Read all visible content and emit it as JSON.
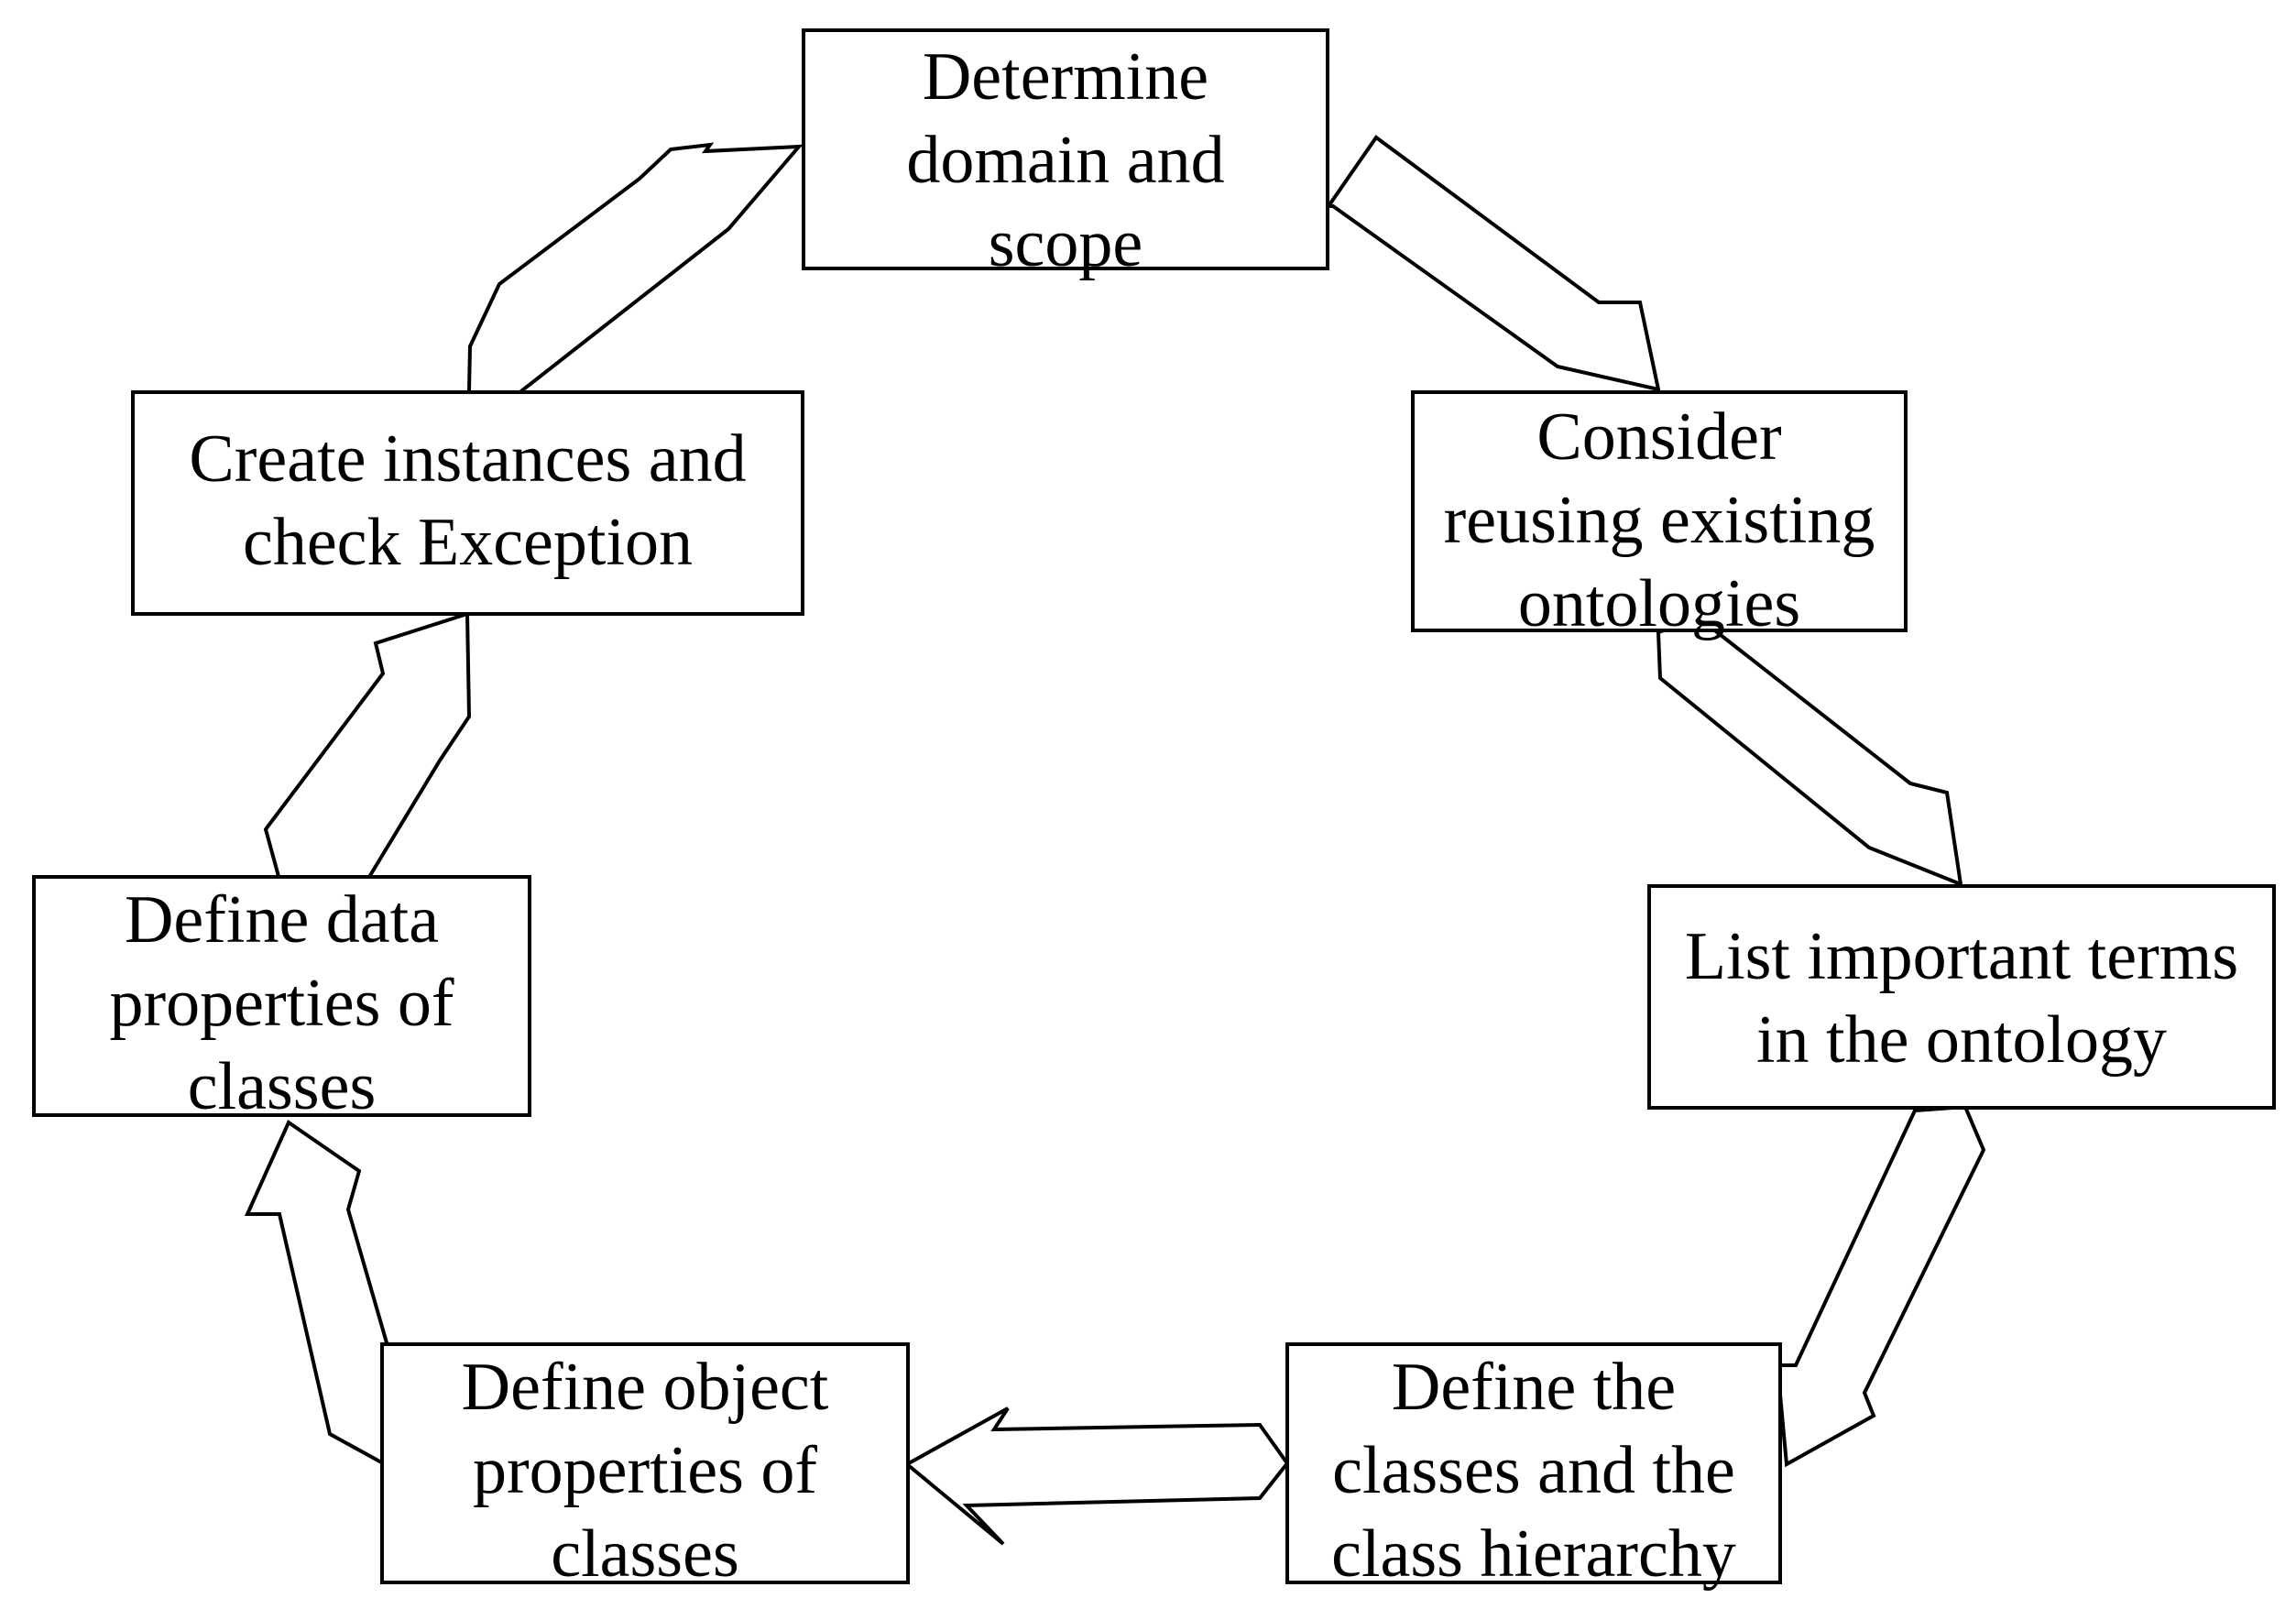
{
  "diagram": {
    "steps": [
      {
        "id": "determine-domain",
        "lines": [
          "Determine",
          "domain and",
          "scope"
        ]
      },
      {
        "id": "consider-reusing",
        "lines": [
          "Consider",
          "reusing existing",
          "ontologies"
        ]
      },
      {
        "id": "list-terms",
        "lines": [
          "List important terms",
          "in the ontology"
        ]
      },
      {
        "id": "define-classes",
        "lines": [
          "Define the",
          "classes and the",
          "class hierarchy"
        ]
      },
      {
        "id": "define-object-properties",
        "lines": [
          "Define object",
          "properties of",
          "classes"
        ]
      },
      {
        "id": "define-data-properties",
        "lines": [
          "Define data",
          "properties of",
          "classes"
        ]
      },
      {
        "id": "create-instances",
        "lines": [
          "Create instances and",
          "check Exception"
        ]
      }
    ],
    "flow": [
      {
        "from": "determine-domain",
        "to": "consider-reusing"
      },
      {
        "from": "consider-reusing",
        "to": "list-terms"
      },
      {
        "from": "list-terms",
        "to": "define-classes"
      },
      {
        "from": "define-classes",
        "to": "define-object-properties"
      },
      {
        "from": "define-object-properties",
        "to": "define-data-properties"
      },
      {
        "from": "define-data-properties",
        "to": "create-instances"
      },
      {
        "from": "create-instances",
        "to": "determine-domain"
      }
    ]
  }
}
